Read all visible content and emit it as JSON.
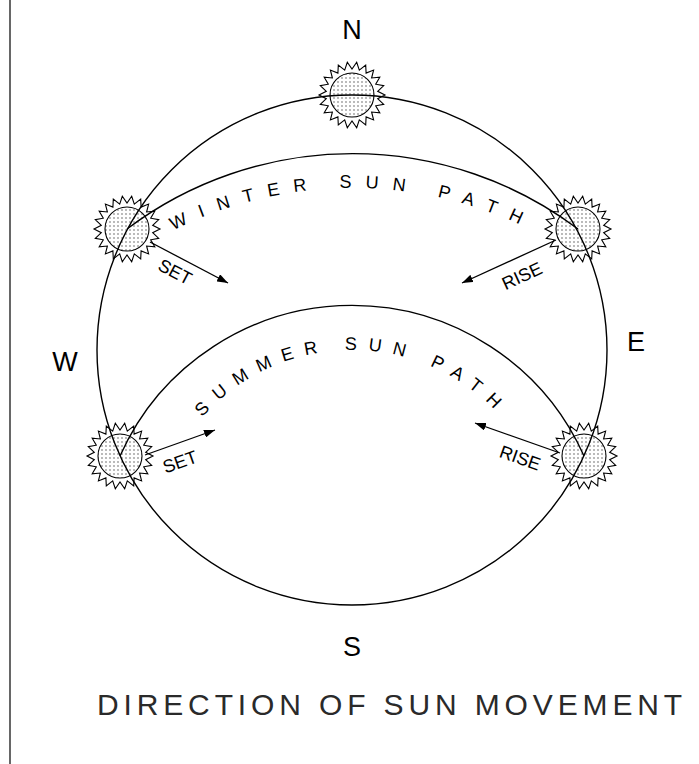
{
  "diagram": {
    "caption": "DIRECTION OF SUN MOVEMENT",
    "labels": [
      "N",
      "WINTER SUN PATH",
      "SET",
      "RISE",
      "W",
      "E",
      "SUMMER SUN PATH",
      "SET",
      "RISE",
      "S"
    ]
  }
}
